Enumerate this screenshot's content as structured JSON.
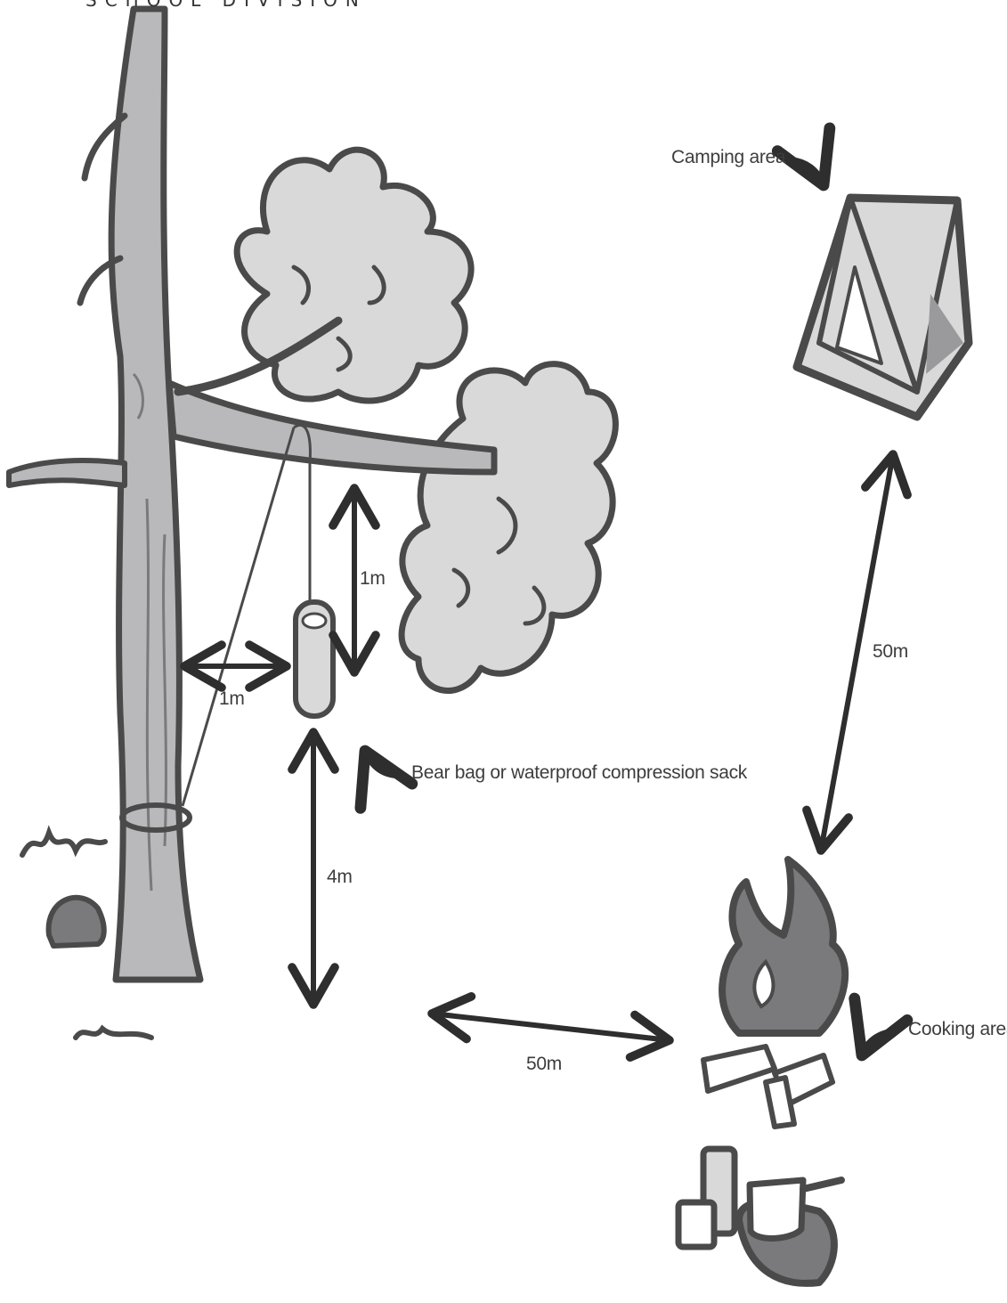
{
  "header_text": "SCHOOL DIVISION",
  "labels": {
    "camping_area": "Camping area",
    "cooking_area": "Cooking area",
    "bear_bag": "Bear bag or waterproof compression sack",
    "bag_below_branch": "1m",
    "bag_from_trunk": "1m",
    "bag_above_ground": "4m",
    "tree_to_cooking": "50m",
    "cooking_to_camping": "50m"
  },
  "colors": {
    "outline": "#4a4a4a",
    "fill_light": "#d9d9da",
    "fill_mid": "#b9b9bb",
    "fill_dark": "#7a7a7c",
    "text": "#3d3d3d"
  }
}
